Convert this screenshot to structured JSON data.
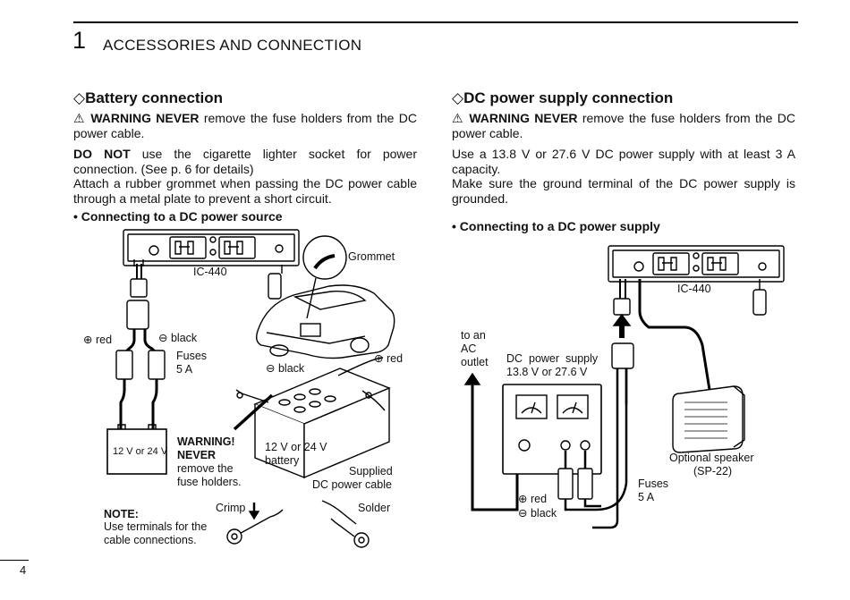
{
  "header": {
    "chapter_number": "1",
    "chapter_title": "ACCESSORIES AND CONNECTION"
  },
  "left": {
    "title": "Battery connection",
    "warning_strong": "WARNING NEVER",
    "warning_rest": " remove the fuse holders from the DC power cable.",
    "donot_strong": "DO NOT",
    "donot_rest": " use the cigarette lighter socket for power connection. (See p. 6 for details)",
    "grommet_text": "Attach a rubber grommet when passing the DC power cable through a metal plate to prevent a short circuit.",
    "bullet": "• Connecting to a DC power source",
    "labels": {
      "grommet": "Grommet",
      "ic440": "IC-440",
      "red1": "red",
      "black1": "black",
      "fuses": "Fuses",
      "fuse_rating": "5 A",
      "black2": "black",
      "red2": "red",
      "battery_box": "12 V or 24 V",
      "warning1": "WARNING!",
      "warning2": "NEVER",
      "warning3": "remove the",
      "warning4": "fuse holders.",
      "battery1": "12 V or 24 V",
      "battery2": "battery",
      "supplied1": "Supplied",
      "supplied2": "DC power cable",
      "note_title": "NOTE:",
      "note1": "Use terminals for the",
      "note2": "cable connections.",
      "crimp": "Crimp",
      "solder": "Solder"
    }
  },
  "right": {
    "title": "DC power supply connection",
    "warning_strong": "WARNING NEVER",
    "warning_rest": " remove the fuse holders from the DC power cable.",
    "use_text": "Use a 13.8 V or 27.6 V DC power supply with at least 3 A capacity.",
    "ground_text": "Make sure the ground terminal of the DC power supply is grounded.",
    "bullet": "• Connecting to a DC power supply",
    "labels": {
      "ac1": "to an",
      "ac2": "AC",
      "ac3": "outlet",
      "dcps1": "DC  power  supply",
      "dcps2": "13.8 V or 27.6 V",
      "ic440": "IC-440",
      "speaker1": "Optional speaker",
      "speaker2": "(SP-22)",
      "fuses": "Fuses",
      "fuse_rating": "5 A",
      "red": "red",
      "black": "black"
    }
  },
  "footer": {
    "page_number": "4"
  }
}
